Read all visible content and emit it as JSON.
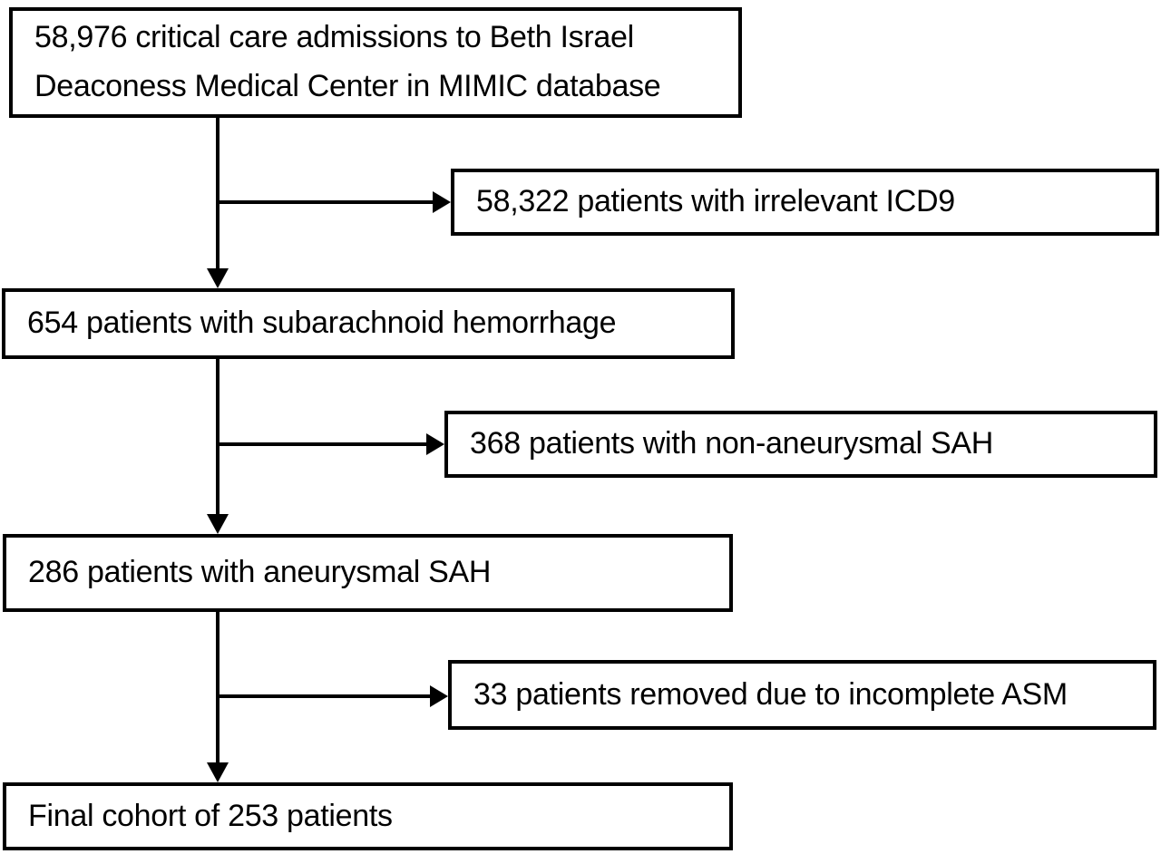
{
  "diagram": {
    "type": "flowchart",
    "colors": {
      "background": "#ffffff",
      "line": "#000000",
      "text": "#000000"
    },
    "nodes": {
      "admissions": "58,976 critical care admissions to Beth Israel\nDeaconess Medical Center in MIMIC database",
      "irrelevant_icd9": "58,322 patients with irrelevant ICD9",
      "sah": "654 patients with subarachnoid hemorrhage",
      "non_aneurysmal_sah": "368 patients with non-aneurysmal SAH",
      "aneurysmal_sah": "286 patients with aneurysmal SAH",
      "incomplete_asm": "33 patients removed due to incomplete ASM",
      "final_cohort": "Final cohort of 253 patients"
    },
    "counts": {
      "admissions": "58,976",
      "irrelevant_icd9": "58,322",
      "sah": "654",
      "non_aneurysmal_sah": "368",
      "aneurysmal_sah": "286",
      "incomplete_asm": "33",
      "final_cohort": "253"
    },
    "flow": [
      {
        "from": "admissions",
        "to": "sah",
        "excluded": "irrelevant_icd9"
      },
      {
        "from": "sah",
        "to": "aneurysmal_sah",
        "excluded": "non_aneurysmal_sah"
      },
      {
        "from": "aneurysmal_sah",
        "to": "final_cohort",
        "excluded": "incomplete_asm"
      }
    ]
  }
}
